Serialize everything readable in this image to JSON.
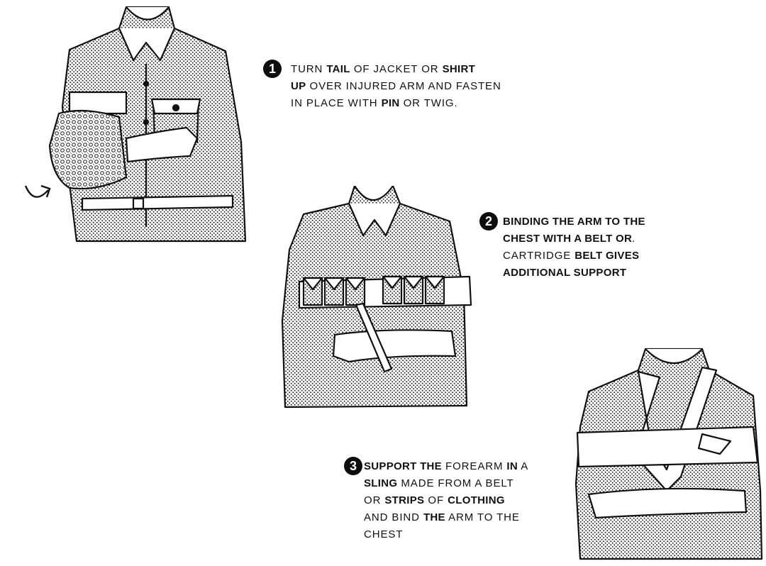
{
  "colors": {
    "ink": "#111111",
    "paper": "#ffffff"
  },
  "steps": [
    {
      "number": "1",
      "lines": [
        [
          {
            "t": "TURN ",
            "b": false
          },
          {
            "t": "TAIL",
            "b": true
          },
          {
            "t": " OF JACKET OR ",
            "b": false
          },
          {
            "t": "SHIRT",
            "b": true
          }
        ],
        [
          {
            "t": "UP",
            "b": true
          },
          {
            "t": " OVER INJURED ARM AND FASTEN",
            "b": false
          }
        ],
        [
          {
            "t": "IN PLACE WITH ",
            "b": false
          },
          {
            "t": "PIN",
            "b": true
          },
          {
            "t": " OR TWIG.",
            "b": false
          }
        ]
      ]
    },
    {
      "number": "2",
      "lines": [
        [
          {
            "t": "BINDING THE ARM TO THE",
            "b": true
          }
        ],
        [
          {
            "t": "CHEST WITH A BELT OR",
            "b": true
          },
          {
            "t": ".",
            "b": false
          }
        ],
        [
          {
            "t": "CARTRIDGE ",
            "b": false
          },
          {
            "t": "BELT GIVES",
            "b": true
          }
        ],
        [
          {
            "t": "ADDITIONAL SUPPORT",
            "b": true
          }
        ]
      ]
    },
    {
      "number": "3",
      "lines": [
        [
          {
            "t": "SUPPORT THE",
            "b": true
          },
          {
            "t": " FOREARM ",
            "b": false
          },
          {
            "t": "IN",
            "b": true
          },
          {
            "t": " A",
            "b": false
          }
        ],
        [
          {
            "t": "SLING",
            "b": true
          },
          {
            "t": " MADE FROM A BELT",
            "b": false
          }
        ],
        [
          {
            "t": "OR ",
            "b": false
          },
          {
            "t": "STRIPS",
            "b": true
          },
          {
            "t": " OF ",
            "b": false
          },
          {
            "t": "CLOTHING",
            "b": true
          }
        ],
        [
          {
            "t": "AND BIND ",
            "b": false
          },
          {
            "t": "THE",
            "b": true
          },
          {
            "t": " ARM TO THE",
            "b": false
          }
        ],
        [
          {
            "t": "CHEST",
            "b": false
          }
        ]
      ]
    }
  ]
}
